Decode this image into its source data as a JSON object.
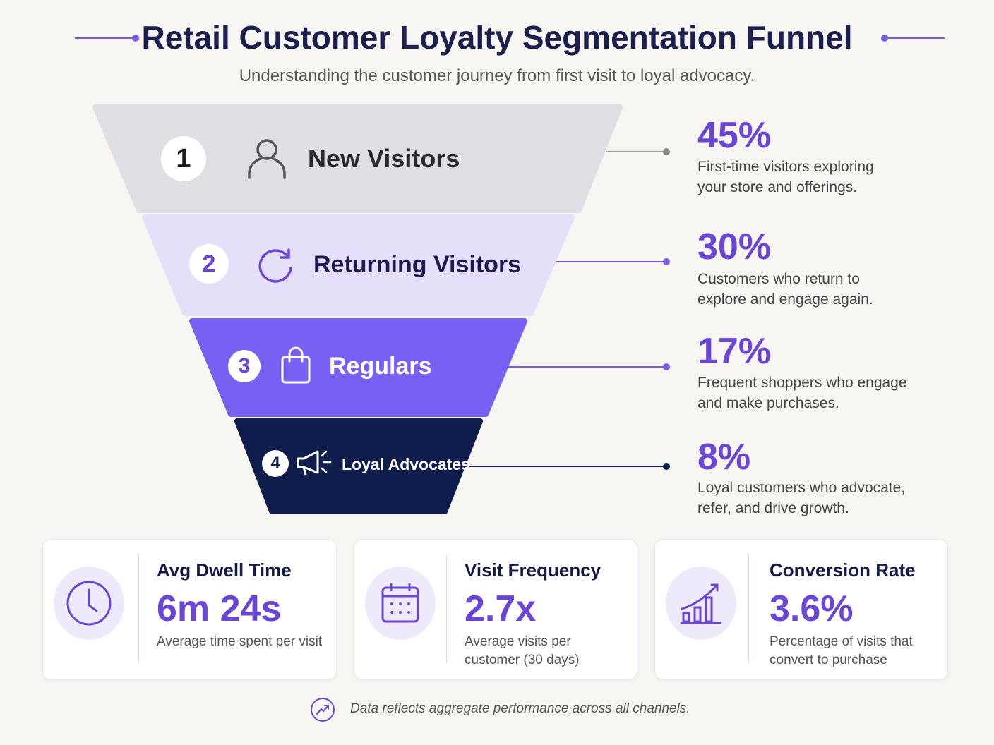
{
  "title": "Retail Customer Loyalty Segmentation Funnel",
  "subtitle": "Understanding the customer journey from first visit to loyal advocacy.",
  "colors": {
    "accent": "#6a45d8",
    "stage1": "#dfe0e6",
    "stage2": "#e5dffa",
    "stage3": "#7760f2",
    "stage4": "#0f1d4c"
  },
  "stages": [
    {
      "number": "1",
      "label": "New Visitors",
      "icon": "user-icon",
      "percent": "45%",
      "description": "First-time visitors exploring your store and offerings."
    },
    {
      "number": "2",
      "label": "Returning Visitors",
      "icon": "refresh-icon",
      "percent": "30%",
      "description": "Customers who return to explore and engage again."
    },
    {
      "number": "3",
      "label": "Regulars",
      "icon": "shopping-bag-icon",
      "percent": "17%",
      "description": "Frequent shoppers who engage and make purchases."
    },
    {
      "number": "4",
      "label": "Loyal Advocates",
      "icon": "megaphone-icon",
      "percent": "8%",
      "description": "Loyal customers who advocate, refer, and drive growth."
    }
  ],
  "metrics": [
    {
      "title": "Avg Dwell Time",
      "value": "6m 24s",
      "description": "Average time spent per visit",
      "icon": "clock-icon"
    },
    {
      "title": "Visit Frequency",
      "value": "2.7x",
      "description": "Average visits per customer (30 days)",
      "icon": "calendar-icon"
    },
    {
      "title": "Conversion Rate",
      "value": "3.6%",
      "description": "Percentage of visits that convert to purchase",
      "icon": "growth-chart-icon"
    }
  ],
  "footnote": {
    "text": "Data reflects aggregate performance across all channels.",
    "icon": "trend-up-icon"
  }
}
